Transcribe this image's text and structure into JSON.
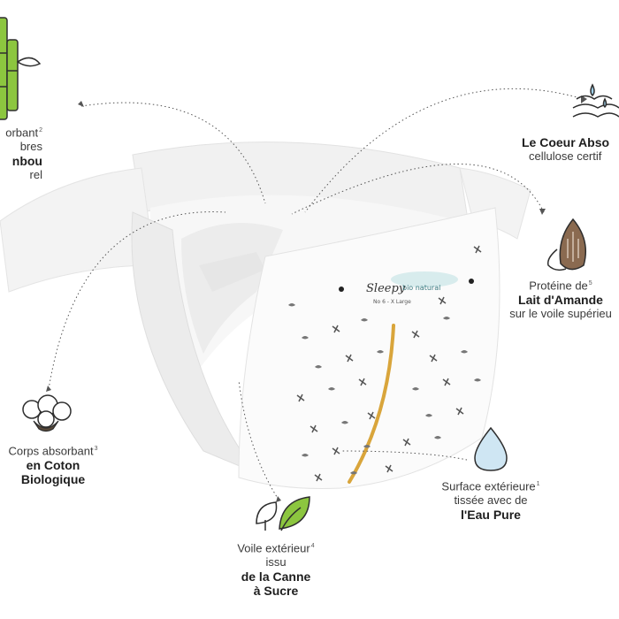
{
  "brand": {
    "logo_text": "Sleepy",
    "logo_sub": "bio natural",
    "size_text": "No 6 - X Large"
  },
  "features": {
    "bamboo": {
      "line1": "orbant",
      "sup": "2",
      "line2": "bres",
      "bold": "nbou",
      "line3": "rel"
    },
    "core": {
      "bold": "Le Coeur Abso",
      "line1": "cellulose certif"
    },
    "almond": {
      "line1": "Protéine de",
      "sup": "5",
      "bold": "Lait d'Amande",
      "line2": "sur le voile supérieu"
    },
    "cotton": {
      "line1": "Corps absorbant",
      "sup": "3",
      "bold1": "en Coton",
      "bold2": "Biologique"
    },
    "water": {
      "line1": "Surface extérieure",
      "sup": "1",
      "line2": "tissée avec de",
      "bold": "l'Eau Pure"
    },
    "sugarcane": {
      "line1": "Voile extérieur",
      "sup": "4",
      "line2": "issu",
      "bold1": "de la Canne",
      "bold2": "à Sucre"
    }
  },
  "colors": {
    "accent_green": "#8cc63f",
    "cotton_brown": "#5a4a3a",
    "almond_brown": "#8a6a50",
    "water_blue": "#cfe6f3",
    "gold_stripe": "#d9a53b"
  }
}
